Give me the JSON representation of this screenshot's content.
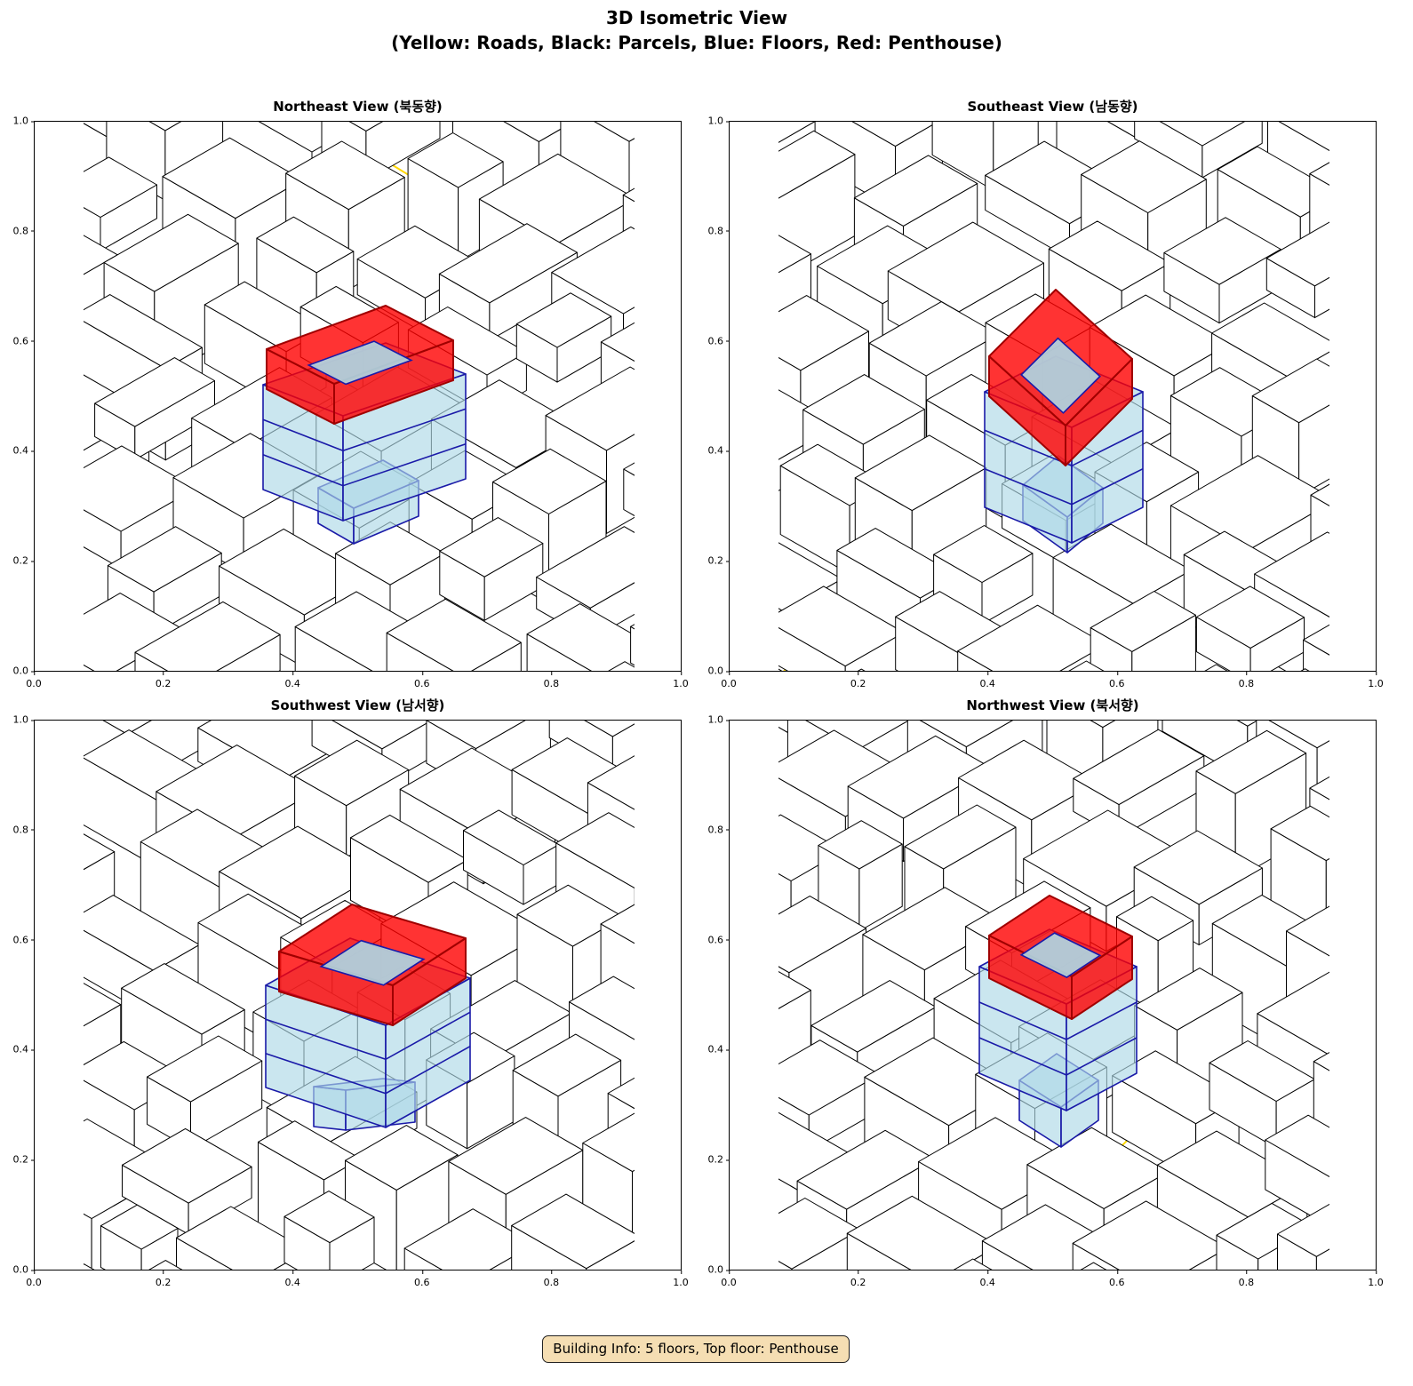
{
  "figure": {
    "title_line1": "3D Isometric View",
    "title_line2": "(Yellow: Roads, Black: Parcels, Blue: Floors, Red: Penthouse)"
  },
  "panels": [
    {
      "title": "Northeast View (북동향)"
    },
    {
      "title": "Southeast View (남동향)"
    },
    {
      "title": "Southwest View (남서향)"
    },
    {
      "title": "Northwest View (북서향)"
    }
  ],
  "chart_data": {
    "type": "3d-isometric",
    "xlim": [
      0,
      1
    ],
    "ylim": [
      0,
      1
    ],
    "ticks": [
      "0.0",
      "0.2",
      "0.4",
      "0.6",
      "0.8",
      "1.0"
    ],
    "tick_values": [
      0,
      0.2,
      0.4,
      0.6,
      0.8,
      1.0
    ],
    "legend": [
      "Yellow: Roads",
      "Black: Parcels",
      "Blue: Floors",
      "Red: Penthouse"
    ],
    "building": {
      "floors": 5,
      "top_floor": "Penthouse"
    }
  },
  "colors": {
    "road": "#ffd700",
    "parcel": "#000000",
    "floor_fill": "#add8e6",
    "floor_edge": "#1a1aa8",
    "penthouse_fill": "#ff0000",
    "penthouse_edge": "#a00000",
    "info_bg": "#f5deb3"
  },
  "info": {
    "text": "Building Info: 5 floors, Top floor: Penthouse"
  }
}
